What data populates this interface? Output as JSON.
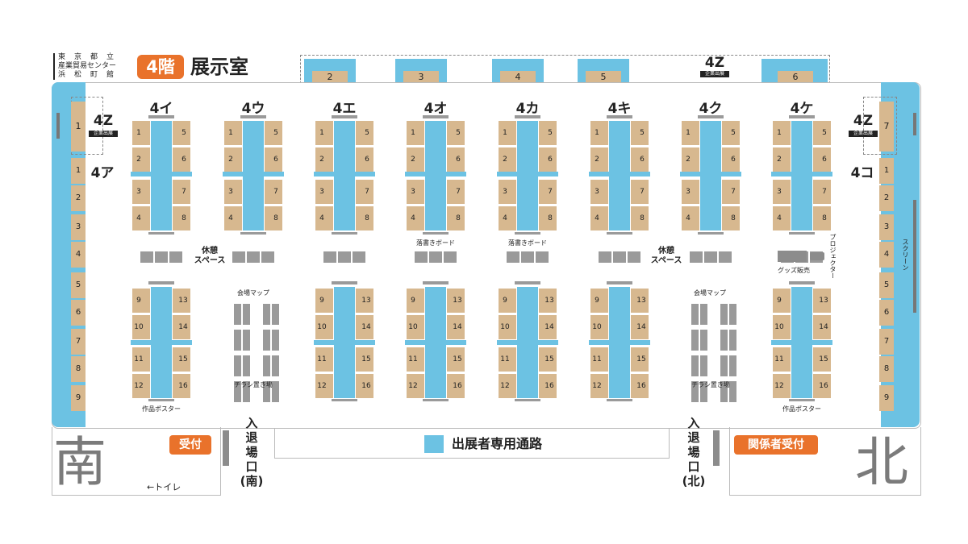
{
  "header": {
    "venue_lines": [
      "東　京　都　立",
      "産業貿易センター",
      "浜　松　町　館"
    ],
    "floor": "4階",
    "room": "展示室"
  },
  "top_booths": [
    "2",
    "3",
    "4",
    "5",
    "6"
  ],
  "corporate": {
    "label": "4Z",
    "tag": "企業出展",
    "left_number": "1",
    "right_number": "7"
  },
  "islands": [
    {
      "name": "4イ",
      "top_left": [
        "1",
        "2",
        "3",
        "4"
      ],
      "top_right": [
        "5",
        "6",
        "7",
        "8"
      ],
      "bottom_left": [
        "9",
        "10",
        "11",
        "12"
      ],
      "bottom_right": [
        "13",
        "14",
        "15",
        "16"
      ],
      "bottom_caption": "作品ポスター"
    },
    {
      "name": "4ウ",
      "top_left": [
        "1",
        "2",
        "3",
        "4"
      ],
      "top_right": [
        "5",
        "6",
        "7",
        "8"
      ],
      "bottom_caption": "チラシ置き場"
    },
    {
      "name": "4エ",
      "top_left": [
        "1",
        "2",
        "3",
        "4"
      ],
      "top_right": [
        "5",
        "6",
        "7",
        "8"
      ],
      "bottom_left": [
        "9",
        "10",
        "11",
        "12"
      ],
      "bottom_right": [
        "13",
        "14",
        "15",
        "16"
      ]
    },
    {
      "name": "4オ",
      "top_left": [
        "1",
        "2",
        "3",
        "4"
      ],
      "top_right": [
        "5",
        "6",
        "7",
        "8"
      ],
      "bottom_left": [
        "9",
        "10",
        "11",
        "12"
      ],
      "bottom_right": [
        "13",
        "14",
        "15",
        "16"
      ],
      "mid_caption": "落書きボード"
    },
    {
      "name": "4カ",
      "top_left": [
        "1",
        "2",
        "3",
        "4"
      ],
      "top_right": [
        "5",
        "6",
        "7",
        "8"
      ],
      "bottom_left": [
        "9",
        "10",
        "11",
        "12"
      ],
      "bottom_right": [
        "13",
        "14",
        "15",
        "16"
      ],
      "mid_caption": "落書きボード"
    },
    {
      "name": "4キ",
      "top_left": [
        "1",
        "2",
        "3",
        "4"
      ],
      "top_right": [
        "5",
        "6",
        "7",
        "8"
      ],
      "bottom_left": [
        "9",
        "10",
        "11",
        "12"
      ],
      "bottom_right": [
        "13",
        "14",
        "15",
        "16"
      ]
    },
    {
      "name": "4ク",
      "top_left": [
        "1",
        "2",
        "3",
        "4"
      ],
      "top_right": [
        "5",
        "6",
        "7",
        "8"
      ],
      "bottom_caption": "チラシ置き場"
    },
    {
      "name": "4ケ",
      "top_left": [
        "1",
        "2",
        "3",
        "4"
      ],
      "top_right": [
        "5",
        "6",
        "7",
        "8"
      ],
      "bottom_left": [
        "9",
        "10",
        "11",
        "12"
      ],
      "bottom_right": [
        "13",
        "14",
        "15",
        "16"
      ],
      "bottom_caption": "作品ポスター"
    }
  ],
  "left_wall": {
    "name": "4ア",
    "booths": [
      "1",
      "2",
      "3",
      "4",
      "5",
      "6",
      "7",
      "8",
      "9"
    ]
  },
  "right_wall": {
    "name": "4コ",
    "booths": [
      "1",
      "2",
      "3",
      "4",
      "5",
      "6",
      "7",
      "8",
      "9"
    ],
    "screen": "スクリーン"
  },
  "rest_space": "休憩\nスペース",
  "venue_map": "会場マップ",
  "goods": "グッズ販売",
  "projector": "プロジェクター",
  "legend": "出展者専用通路",
  "entrance_south": "入\n退\n場\n口\n(南)",
  "entrance_north": "入\n退\n場\n口\n(北)",
  "reception": "受付",
  "staff_reception": "関係者受付",
  "toilet": "←トイレ",
  "south": "南",
  "north": "北",
  "colors": {
    "aisle": "#6cc2e3",
    "booth": "#d7b88f",
    "accent": "#e9722b",
    "furniture": "#9a9a9a"
  }
}
